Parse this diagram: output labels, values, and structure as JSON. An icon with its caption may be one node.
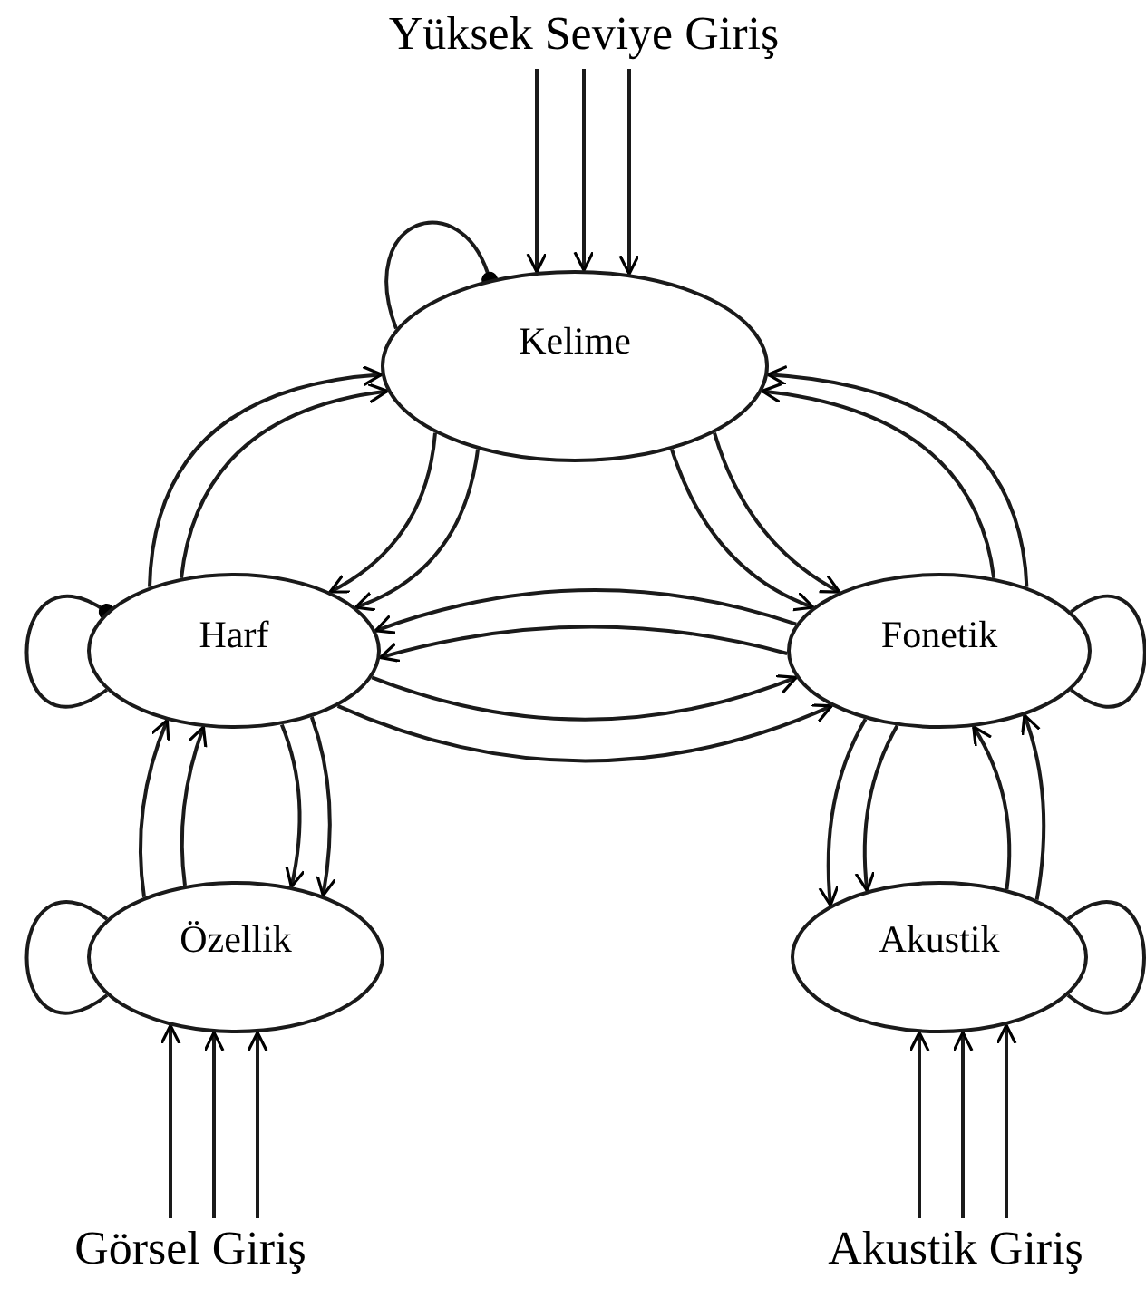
{
  "diagram": {
    "nodes": [
      {
        "text": [
          "Yüksek Seviye Giriş"
        ]
      },
      {
        "text": [
          "Kelime"
        ]
      },
      {
        "text": [
          "Harf"
        ]
      },
      {
        "text": [
          "Fonetik"
        ]
      },
      {
        "text": [
          "Özellik"
        ]
      },
      {
        "text": [
          "Akustik"
        ]
      },
      {
        "text": [
          "Görsel Giriş"
        ]
      },
      {
        "text": [
          "Akustik Giriş"
        ]
      }
    ],
    "edges": [
      {
        "from": 0,
        "to": 1,
        "arrow": "to"
      },
      {
        "from": 0,
        "to": 1,
        "arrow": "to"
      },
      {
        "from": 0,
        "to": 1,
        "arrow": "to"
      },
      {
        "from": 1,
        "to": 1,
        "arrow": "other"
      },
      {
        "from": 2,
        "to": 1,
        "arrow": "to"
      },
      {
        "from": 2,
        "to": 1,
        "arrow": "to"
      },
      {
        "from": 1,
        "to": 2,
        "arrow": "to"
      },
      {
        "from": 1,
        "to": 2,
        "arrow": "to"
      },
      {
        "from": 3,
        "to": 1,
        "arrow": "to"
      },
      {
        "from": 3,
        "to": 1,
        "arrow": "to"
      },
      {
        "from": 1,
        "to": 3,
        "arrow": "to"
      },
      {
        "from": 1,
        "to": 3,
        "arrow": "to"
      },
      {
        "from": 2,
        "to": 2,
        "arrow": "other"
      },
      {
        "from": 3,
        "to": 3,
        "arrow": "none"
      },
      {
        "from": 3,
        "to": 2,
        "arrow": "to"
      },
      {
        "from": 3,
        "to": 2,
        "arrow": "to"
      },
      {
        "from": 2,
        "to": 3,
        "arrow": "to"
      },
      {
        "from": 2,
        "to": 3,
        "arrow": "to"
      },
      {
        "from": 4,
        "to": 2,
        "arrow": "to"
      },
      {
        "from": 4,
        "to": 2,
        "arrow": "to"
      },
      {
        "from": 2,
        "to": 4,
        "arrow": "to"
      },
      {
        "from": 2,
        "to": 4,
        "arrow": "to"
      },
      {
        "from": 3,
        "to": 5,
        "arrow": "to"
      },
      {
        "from": 3,
        "to": 5,
        "arrow": "to"
      },
      {
        "from": 5,
        "to": 3,
        "arrow": "to"
      },
      {
        "from": 5,
        "to": 3,
        "arrow": "to"
      },
      {
        "from": 4,
        "to": 4,
        "arrow": "none"
      },
      {
        "from": 5,
        "to": 5,
        "arrow": "none"
      },
      {
        "from": 6,
        "to": 4,
        "arrow": "to"
      },
      {
        "from": 6,
        "to": 4,
        "arrow": "to"
      },
      {
        "from": 6,
        "to": 4,
        "arrow": "to"
      },
      {
        "from": 7,
        "to": 5,
        "arrow": "to"
      },
      {
        "from": 7,
        "to": 5,
        "arrow": "to"
      },
      {
        "from": 7,
        "to": 5,
        "arrow": "to"
      }
    ]
  }
}
